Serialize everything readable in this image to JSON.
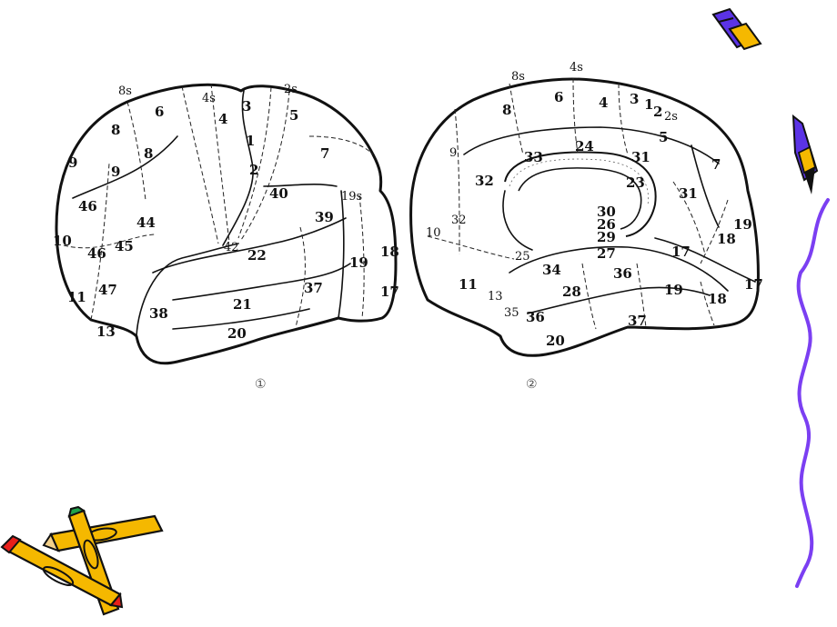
{
  "lateral_view": {
    "caption": "①",
    "areas": [
      "8s",
      "6",
      "4s",
      "4",
      "3",
      "2s",
      "5",
      "8",
      "8",
      "9",
      "9",
      "1",
      "2",
      "7",
      "46",
      "10",
      "44",
      "40",
      "19s",
      "45",
      "46",
      "39",
      "42",
      "22",
      "18",
      "19",
      "47",
      "11",
      "38",
      "37",
      "17",
      "21",
      "13",
      "20"
    ]
  },
  "medial_view": {
    "caption": "②",
    "areas": [
      "8s",
      "4s",
      "6",
      "4",
      "3",
      "1",
      "2",
      "2s",
      "8",
      "5",
      "33",
      "24",
      "9",
      "31",
      "7",
      "32",
      "23",
      "31",
      "30",
      "32",
      "26",
      "10",
      "29",
      "19",
      "18",
      "27",
      "17",
      "25",
      "34",
      "36",
      "11",
      "13",
      "28",
      "19",
      "18",
      "17",
      "35",
      "36",
      "37",
      "20"
    ]
  },
  "decorations": {
    "pencil_colors": [
      "#F5B800",
      "#E8201A",
      "#1FA34A",
      "#5B33E6"
    ],
    "squiggle_color": "#7B3FF2"
  }
}
